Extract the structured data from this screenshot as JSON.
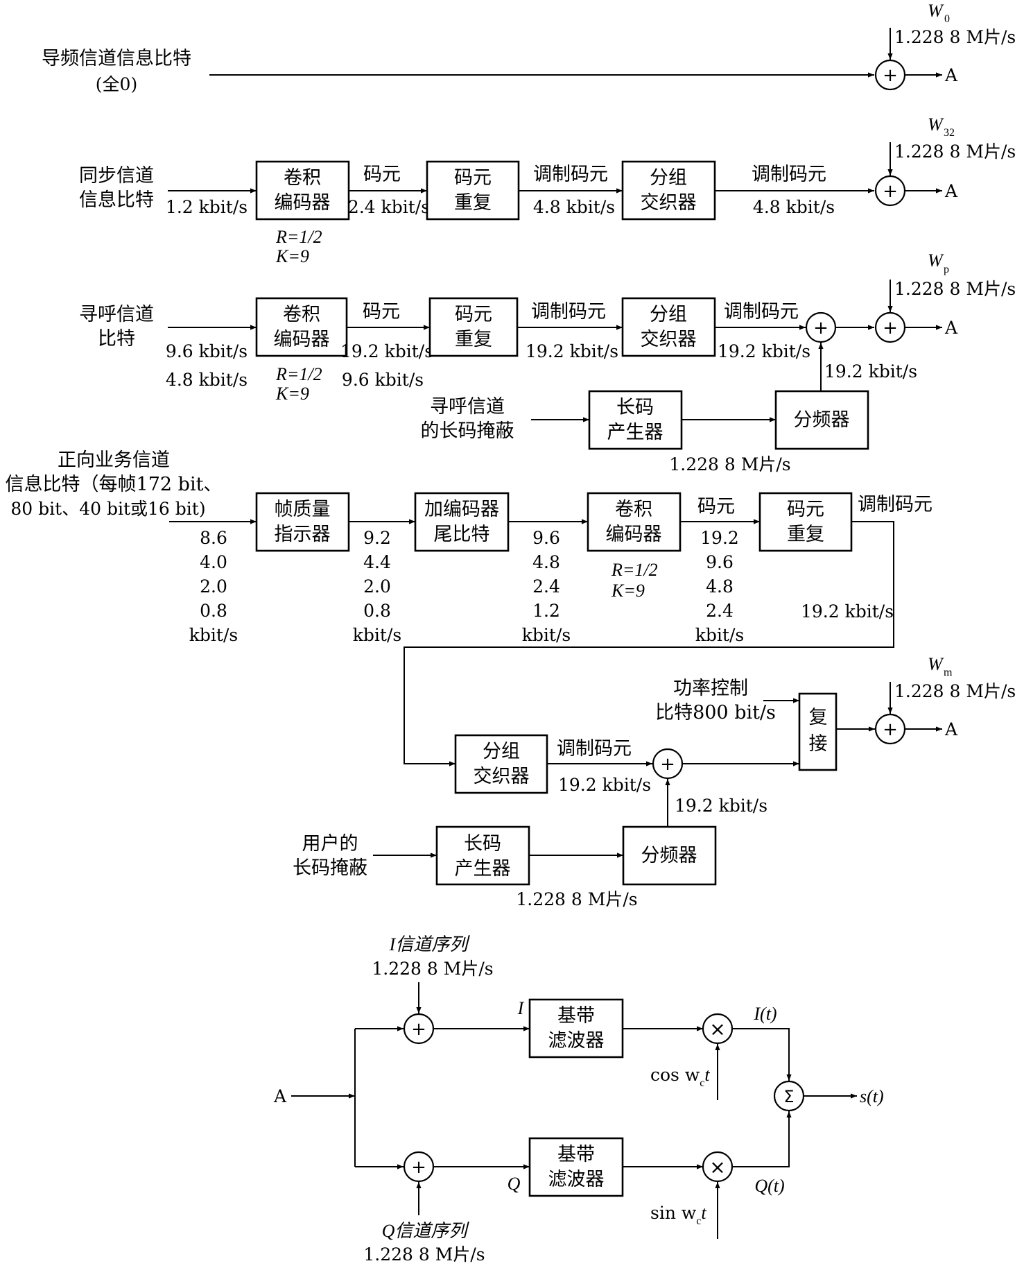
{
  "w_label": "W",
  "chip_rate": "1.228 8 M片/s",
  "output_A": "A",
  "pilot": {
    "label_line1": "导频信道信息比特",
    "label_line2": "(全0)",
    "walsh_sub": "0"
  },
  "sync": {
    "label_line1": "同步信道",
    "label_line2": "信息比特",
    "input_rate": "1.2 kbit/s",
    "conv_encoder": [
      "卷积",
      "编码器"
    ],
    "code_params": [
      "R=1/2",
      "K=9"
    ],
    "symbol_label": "码元",
    "symbol_rate": "2.4 kbit/s",
    "repeat": [
      "码元",
      "重复"
    ],
    "mod_label": "调制码元",
    "mod_rate": "4.8 kbit/s",
    "interleaver": [
      "分组",
      "交织器"
    ],
    "mod_label2": "调制码元",
    "mod_rate2": "4.8 kbit/s",
    "walsh_sub": "32"
  },
  "paging": {
    "label_line1": "寻呼信道",
    "label_line2": "比特",
    "input_rate1": "9.6 kbit/s",
    "input_rate2": "4.8 kbit/s",
    "conv_encoder": [
      "卷积",
      "编码器"
    ],
    "code_params": [
      "R=1/2",
      "K=9"
    ],
    "symbol_label": "码元",
    "symbol_rate1": "19.2 kbit/s",
    "symbol_rate2": "9.6 kbit/s",
    "repeat": [
      "码元",
      "重复"
    ],
    "mod_label": "调制码元",
    "mod_rate": "19.2 kbit/s",
    "interleaver": [
      "分组",
      "交织器"
    ],
    "mod_label2": "调制码元",
    "mod_rate2": "19.2 kbit/s",
    "decim_rate": "19.2 kbit/s",
    "mask_label": [
      "寻呼信道",
      "的长码掩蔽"
    ],
    "longcode_gen": [
      "长码",
      "产生器"
    ],
    "decimator": "分频器",
    "gen_rate": "1.228 8 M片/s",
    "walsh_sub": "p"
  },
  "traffic": {
    "label_line1": "正向业务信道",
    "label_line2": "信息比特（每帧172 bit、",
    "label_line3": "80 bit、40 bit或16 bit)",
    "rates_in": [
      "8.6",
      "4.0",
      "2.0",
      "0.8",
      "kbit/s"
    ],
    "quality": [
      "帧质量",
      "指示器"
    ],
    "rates_q": [
      "9.2",
      "4.4",
      "2.0",
      "0.8",
      "kbit/s"
    ],
    "tail": [
      "加编码器",
      "尾比特"
    ],
    "rates_t": [
      "9.6",
      "4.8",
      "2.4",
      "1.2",
      "kbit/s"
    ],
    "conv_encoder": [
      "卷积",
      "编码器"
    ],
    "code_params": [
      "R=1/2",
      "K=9"
    ],
    "symbol_label": "码元",
    "rates_c": [
      "19.2",
      "9.6",
      "4.8",
      "2.4",
      "kbit/s"
    ],
    "repeat": [
      "码元",
      "重复"
    ],
    "mod_label": "调制码元",
    "mod_rate": "19.2 kbit/s",
    "interleaver": [
      "分组",
      "交织器"
    ],
    "mod_label2": "调制码元",
    "mod_rate2": "19.2 kbit/s",
    "decim_rate": "19.2 kbit/s",
    "power_ctrl": [
      "功率控制",
      "比特800 bit/s"
    ],
    "mux": [
      "复",
      "接"
    ],
    "mask_label": [
      "用户的",
      "长码掩蔽"
    ],
    "longcode_gen": [
      "长码",
      "产生器"
    ],
    "decimator": "分频器",
    "gen_rate": "1.228 8 M片/s",
    "walsh_sub": "m"
  },
  "quadrature": {
    "input": "A",
    "i_seq": "I信道序列",
    "i_rate": "1.228 8 M片/s",
    "q_seq": "Q信道序列",
    "q_rate": "1.228 8 M片/s",
    "i_label": "I",
    "q_label": "Q",
    "filter": [
      "基带",
      "滤波器"
    ],
    "cos_label": "cos w",
    "sin_label": "sin w",
    "carrier_sub": "c",
    "carrier_t": "t",
    "i_t": "I(t)",
    "q_t": "Q(t)",
    "output": "s(t)"
  }
}
